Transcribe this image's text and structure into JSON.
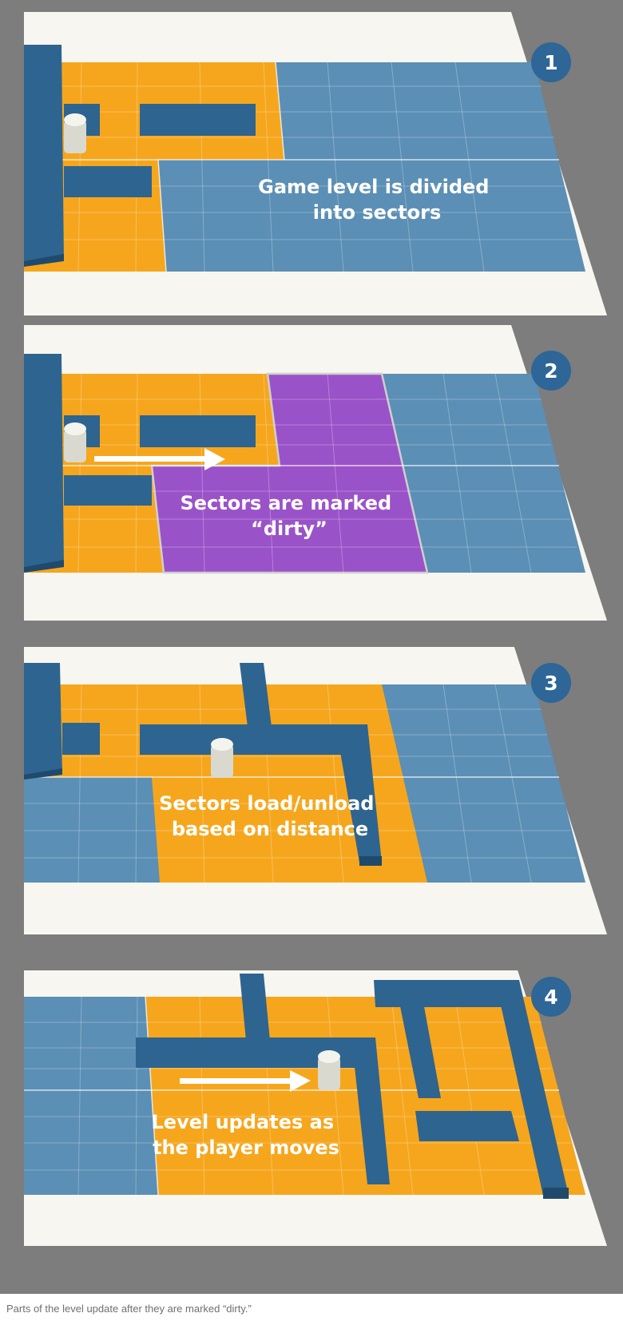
{
  "panels": [
    {
      "number": "1",
      "label_lines": [
        "Game level is divided",
        "into sectors"
      ]
    },
    {
      "number": "2",
      "label_lines": [
        "Sectors are marked",
        "“dirty”"
      ]
    },
    {
      "number": "3",
      "label_lines": [
        "Sectors load/unload",
        "based on distance"
      ]
    },
    {
      "number": "4",
      "label_lines": [
        "Level updates as",
        "the player moves"
      ]
    }
  ],
  "caption": "Parts of the level update after they are marked “dirty.”",
  "colors": {
    "background": "#7d7d7d",
    "floor": "#f7f6f0",
    "loaded_sector": "#f6a61d",
    "unloaded_sector": "#5b8fb5",
    "dirty_sector": "#9a52c8",
    "wall": "#2e6490",
    "badge": "#2d6697",
    "label_text": "#ffffff"
  }
}
